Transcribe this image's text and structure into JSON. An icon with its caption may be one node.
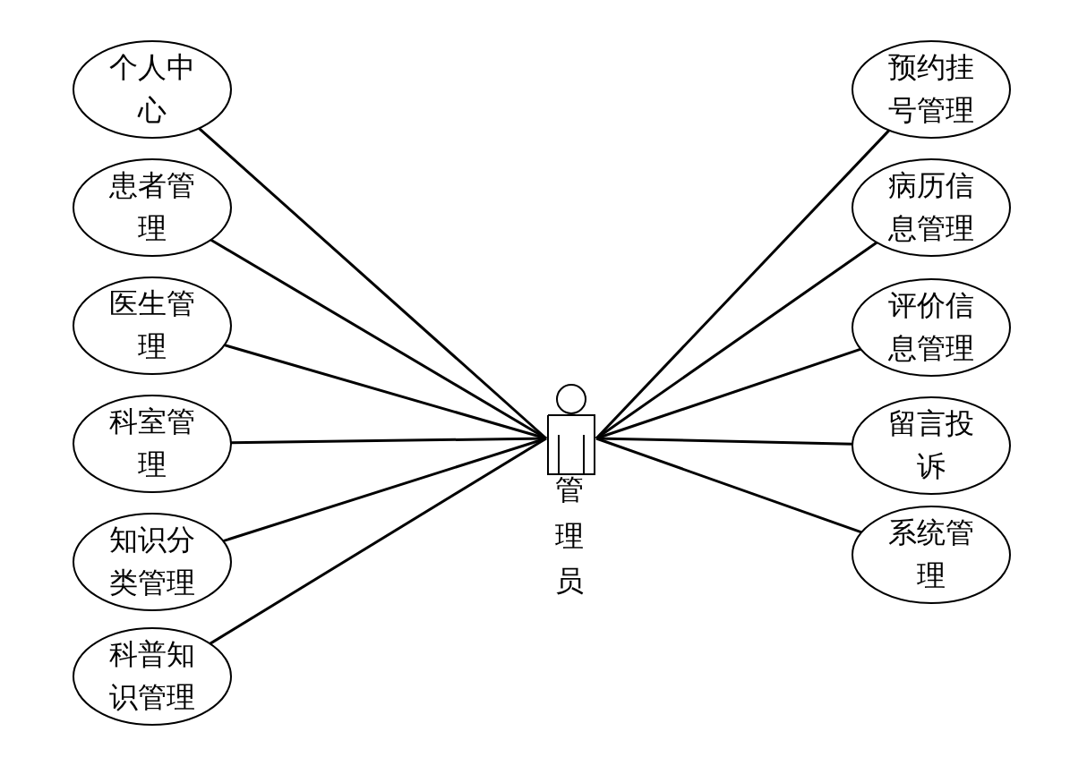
{
  "diagram": {
    "nodes": [
      {
        "text": [
          "个人中心"
        ]
      },
      {
        "text": [
          "患者管理"
        ]
      },
      {
        "text": [
          "医生管理"
        ]
      },
      {
        "text": [
          "科室管理"
        ]
      },
      {
        "text": [
          "知识分类管理"
        ]
      },
      {
        "text": [
          "科普知识管理"
        ]
      },
      {
        "text": [
          "管理员"
        ]
      },
      {
        "text": [
          "预约挂号管理"
        ]
      },
      {
        "text": [
          "病历信息管理"
        ]
      },
      {
        "text": [
          "评价信息管理"
        ]
      },
      {
        "text": [
          "留言投诉"
        ]
      },
      {
        "text": [
          "系统管理"
        ]
      }
    ],
    "edges": [
      {
        "from": 6,
        "to": 0,
        "arrow": "none"
      },
      {
        "from": 6,
        "to": 1,
        "arrow": "none"
      },
      {
        "from": 6,
        "to": 2,
        "arrow": "none"
      },
      {
        "from": 6,
        "to": 3,
        "arrow": "none"
      },
      {
        "from": 6,
        "to": 4,
        "arrow": "none"
      },
      {
        "from": 6,
        "to": 5,
        "arrow": "none"
      },
      {
        "from": 6,
        "to": 7,
        "arrow": "none"
      },
      {
        "from": 6,
        "to": 8,
        "arrow": "none"
      },
      {
        "from": 6,
        "to": 9,
        "arrow": "none"
      },
      {
        "from": 6,
        "to": 10,
        "arrow": "none"
      },
      {
        "from": 6,
        "to": 11,
        "arrow": "none"
      }
    ]
  }
}
